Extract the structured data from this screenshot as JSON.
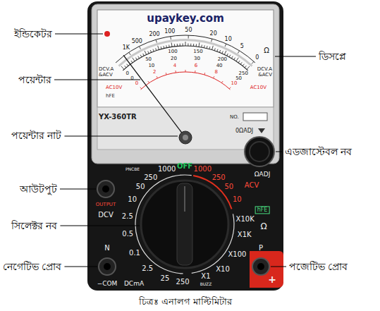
{
  "diagram": {
    "caption": "চিত্রঃ এনালগ মাল্টিমিটার",
    "labels": [
      "ইন্ডিকেটর",
      "পয়েন্টার",
      "পয়েন্টার নাট",
      "আউটপুট",
      "সিলেক্টর নব",
      "নেগেটিভ প্রোব",
      "ডিসপ্লে",
      "এডজাস্টেবল নব",
      "পজেটিভ প্রোব",
      "upaykey.com",
      "DCV.A &ACV",
      "DCV.A &ACV",
      "AC10V",
      "AC10V",
      "hFE",
      "Ω",
      "1K",
      "500",
      "200",
      "100",
      "50",
      "20",
      "10",
      "5",
      "0",
      "0",
      "50",
      "100",
      "150",
      "200",
      "250",
      "0",
      "10",
      "20",
      "30",
      "40",
      "50",
      "0",
      "2",
      "4",
      "6",
      "8",
      "10",
      "YX-360TR",
      "NO.",
      "0ΩADJ",
      "OFF",
      "1000",
      "250",
      "50",
      "10",
      "2.5",
      "0.5",
      "0.1",
      "2.5",
      "25",
      "250",
      "1000",
      "250",
      "50",
      "10",
      "X10K",
      "X1K",
      "X100",
      "X10",
      "X1",
      "BUZZ",
      "DCV",
      "DCmA",
      "ACV",
      "Ω",
      "hFE",
      "OUTPUT",
      "N",
      "−COM",
      "P",
      "+",
      "ΩADJ",
      "PNCBE"
    ]
  }
}
